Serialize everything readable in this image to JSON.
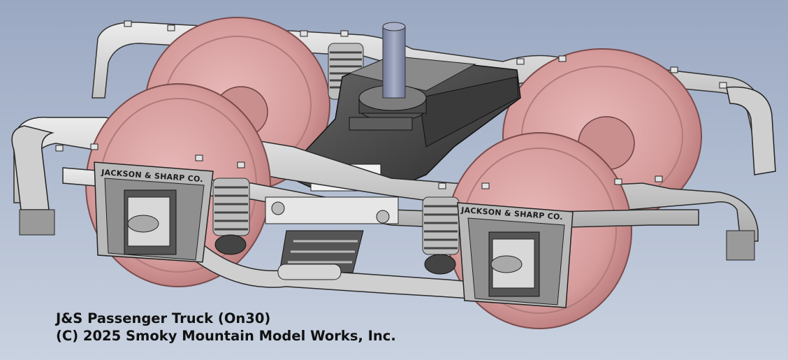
{
  "caption": {
    "title": "J&S Passenger Truck (On30)",
    "copyright": "(C) 2025 Smoky Mountain Model Works, Inc."
  },
  "castings": {
    "left_journal_text": "JACKSON & SHARP CO.",
    "right_journal_text": "JACKSON & SHARP CO."
  },
  "colors": {
    "background_top": "#9aa8c2",
    "background_bottom": "#c9d2e0",
    "frame": "#d9d9d9",
    "wheel": "#d69c9c",
    "bolster_top": "#7a7a7a",
    "kingpin": "#8a93ad"
  }
}
